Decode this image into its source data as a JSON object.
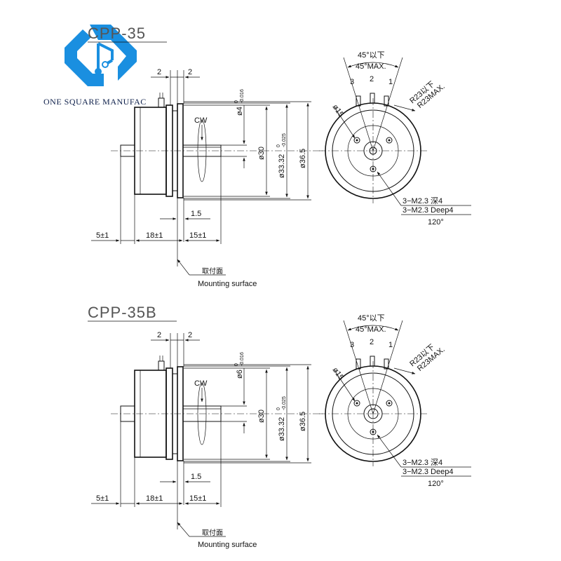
{
  "brand": {
    "name": "ONE SQUARE MANUFAC",
    "color_primary": "#1a8fe0",
    "color_text": "#0d1f4a"
  },
  "drawings": [
    {
      "title": "CPP-35",
      "labels": {
        "dim_2a": "2",
        "dim_2b": "2",
        "dia_shaft": "ø4",
        "dia_shaft_tol_top": "0",
        "dia_shaft_tol_bot": "-0.016",
        "dia_30": "ø30",
        "dia_3332": "ø33.32",
        "dia_3332_tol_top": "0",
        "dia_3332_tol_bot": "-0.025",
        "dia_365": "ø36.5",
        "cw": "CW",
        "dim_15": "1.5",
        "dim_5": "5±1",
        "dim_18": "18±1",
        "dim_15b": "15±1",
        "mount_jp": "取付面",
        "mount_en": "Mounting surface",
        "angle_jp": "45°以下",
        "angle_en": "45°MAX.",
        "term_3": "3",
        "term_2": "2",
        "term_1": "1",
        "r_jp": "R23以下",
        "r_en": "R23MAX.",
        "phi15": "ø15",
        "holes_jp": "3−M2.3 深4",
        "holes_en": "3−M2.3 Deep4",
        "angle_120": "120°"
      }
    },
    {
      "title": "CPP-35B",
      "labels": {
        "dim_2a": "2",
        "dim_2b": "2",
        "dia_shaft": "ø6",
        "dia_shaft_tol_top": "0",
        "dia_shaft_tol_bot": "-0.016",
        "dia_30": "ø30",
        "dia_3332": "ø33.32",
        "dia_3332_tol_top": "0",
        "dia_3332_tol_bot": "-0.025",
        "dia_365": "ø36.5",
        "cw": "CW",
        "dim_15": "1.5",
        "dim_5": "5±1",
        "dim_18": "18±1",
        "dim_15b": "15±1",
        "mount_jp": "取付面",
        "mount_en": "Mounting surface",
        "angle_jp": "45°以下",
        "angle_en": "45°MAX.",
        "term_3": "3",
        "term_2": "2",
        "term_1": "1",
        "r_jp": "R23以下",
        "r_en": "R23MAX.",
        "phi15": "ø15",
        "holes_jp": "3−M2.3 深4",
        "holes_en": "3−M2.3 Deep4",
        "angle_120": "120°"
      }
    }
  ]
}
